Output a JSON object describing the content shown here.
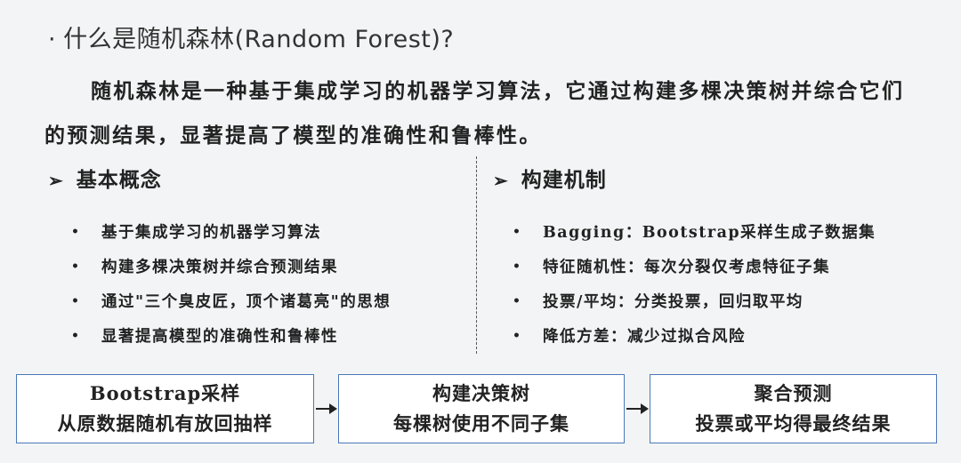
{
  "title": {
    "bullet": "·",
    "text": "什么是随机森林(Random Forest)?"
  },
  "intro": "随机森林是一种基于集成学习的机器学习算法，它通过构建多棵决策树并综合它们的预测结果，显著提高了模型的准确性和鲁棒性。",
  "left": {
    "marker": "➢",
    "heading": "基本概念",
    "bullet": "•",
    "items": [
      "基于集成学习的机器学习算法",
      "构建多棵决策树并综合预测结果",
      "通过\"三个臭皮匠，顶个诸葛亮\"的思想",
      "显著提高模型的准确性和鲁棒性"
    ]
  },
  "right": {
    "marker": "➢",
    "heading": "构建机制",
    "bullet": "•",
    "items": [
      "Bagging：Bootstrap采样生成子数据集",
      "特征随机性：每次分裂仅考虑特征子集",
      "投票/平均：分类投票，回归取平均",
      "降低方差：减少过拟合风险"
    ]
  },
  "flow": [
    {
      "line1": "Bootstrap采样",
      "line2": "从原数据随机有放回抽样"
    },
    {
      "line1": "构建决策树",
      "line2": "每棵树使用不同子集"
    },
    {
      "line1": "聚合预测",
      "line2": "投票或平均得最终结果"
    }
  ],
  "colors": {
    "background": "#f3f4f5",
    "box_border": "#4a78b8",
    "text": "#222222"
  }
}
